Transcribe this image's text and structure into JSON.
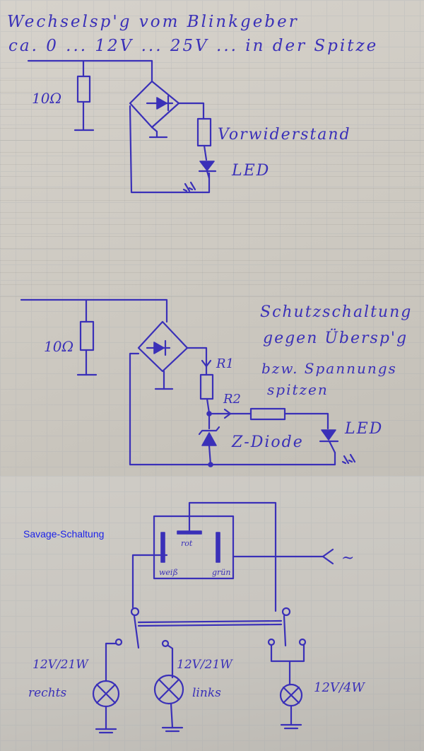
{
  "header": {
    "line1": "Wechselsp'g vom Blinkgeber",
    "line2": "ca. 0 ... 12V ... 25V ... in der Spitze"
  },
  "circuit1": {
    "resistor": "10Ω",
    "series_resistor": "Vorwiderstand",
    "led": "LED"
  },
  "circuit2": {
    "resistor": "10Ω",
    "note": [
      "Schutzschaltung",
      "gegen Übersp'g",
      "bzw. Spannungs",
      "spitzen"
    ],
    "r1": "R1",
    "r2": "R2",
    "zener": "Z-Diode",
    "led": "LED"
  },
  "circuit3": {
    "title": "Savage-Schaltung",
    "contact_rot": "rot",
    "contact_weiss": "weiß",
    "contact_gruen": "grün",
    "ac_symbol": "~",
    "lamp_right_rating": "12V/21W",
    "lamp_right_label": "rechts",
    "lamp_left_rating": "12V/21W",
    "lamp_left_label": "links",
    "lamp_indicator_rating": "12V/4W"
  },
  "colors": {
    "ink": "#3a30b8",
    "label": "#1c22e8",
    "paper": "#d6d2cb"
  }
}
